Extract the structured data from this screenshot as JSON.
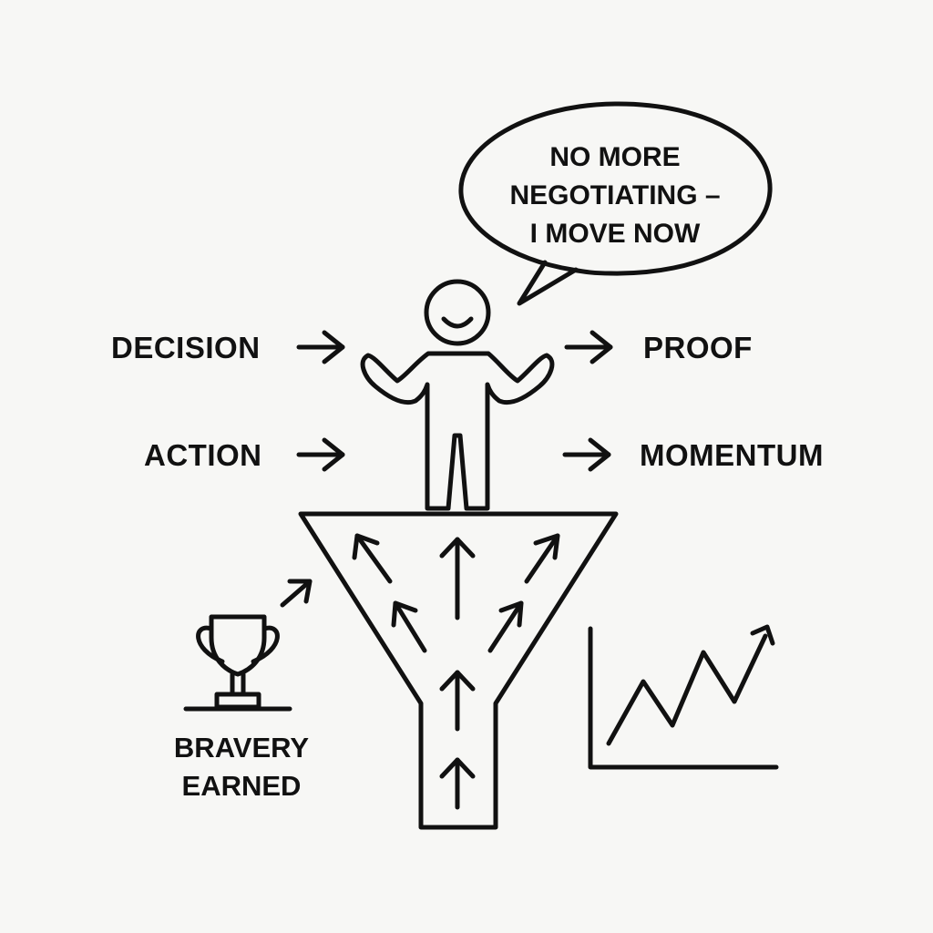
{
  "speech_bubble": {
    "lines": [
      "NO MORE",
      "NEGOTIATING –",
      "I MOVE NOW"
    ]
  },
  "inputs": {
    "top": "DECISION",
    "bottom": "ACTION"
  },
  "outputs": {
    "top": "PROOF",
    "bottom": "MOMENTUM"
  },
  "trophy": {
    "caption_lines": [
      "BRAVERY",
      "EARNED"
    ]
  },
  "icons": {
    "person": "smiling-person-icon",
    "funnel": "funnel-icon",
    "trophy": "trophy-icon",
    "chart": "rising-trend-chart-icon"
  },
  "colors": {
    "ink": "#111111",
    "background": "#f7f7f5"
  }
}
